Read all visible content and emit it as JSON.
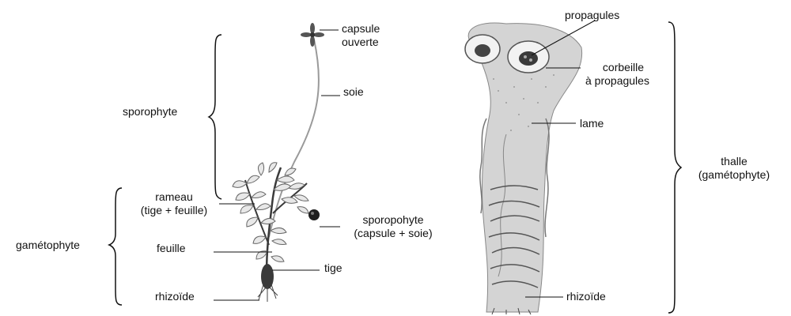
{
  "labels": {
    "capsule_ouverte": [
      "capsule",
      "ouverte"
    ],
    "soie": "soie",
    "sporophyte": "sporophyte",
    "rameau": [
      "rameau",
      "(tige + feuille)"
    ],
    "sporopohyte": [
      "sporopohyte",
      "(capsule + soie)"
    ],
    "gametophyte": "gamétophyte",
    "feuille": "feuille",
    "tige": "tige",
    "rhizoide_left": "rhizoïde",
    "propagules": "propagules",
    "corbeille": [
      "corbeille",
      "à propagules"
    ],
    "lame": "lame",
    "thalle": [
      "thalle",
      "(gamétophyte)"
    ],
    "rhizoide_right": "rhizoïde"
  },
  "colors": {
    "line": "#111111",
    "plant_stroke": "#555555",
    "plant_fill": "#dcdcdc",
    "plant_dark": "#3a3a3a",
    "thallus_fill": "#cfcfcf"
  }
}
